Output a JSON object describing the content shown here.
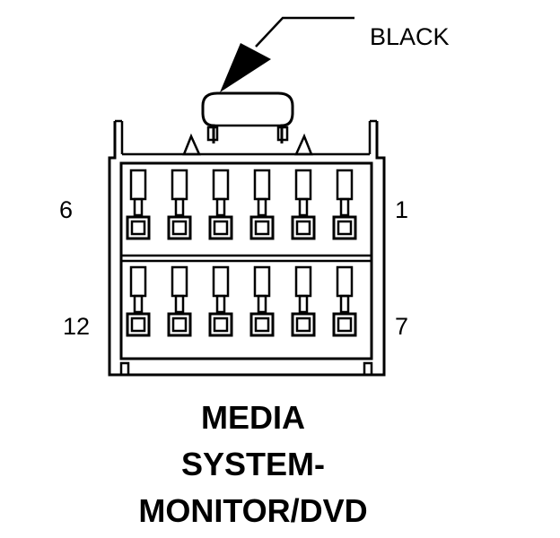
{
  "connector": {
    "color_label": "BLACK",
    "pin_labels": {
      "top_left": "6",
      "top_right": "1",
      "bottom_left": "12",
      "bottom_right": "7"
    },
    "title_lines": [
      "MEDIA",
      "SYSTEM-",
      "MONITOR/DVD"
    ],
    "rows": 2,
    "cols": 6
  }
}
